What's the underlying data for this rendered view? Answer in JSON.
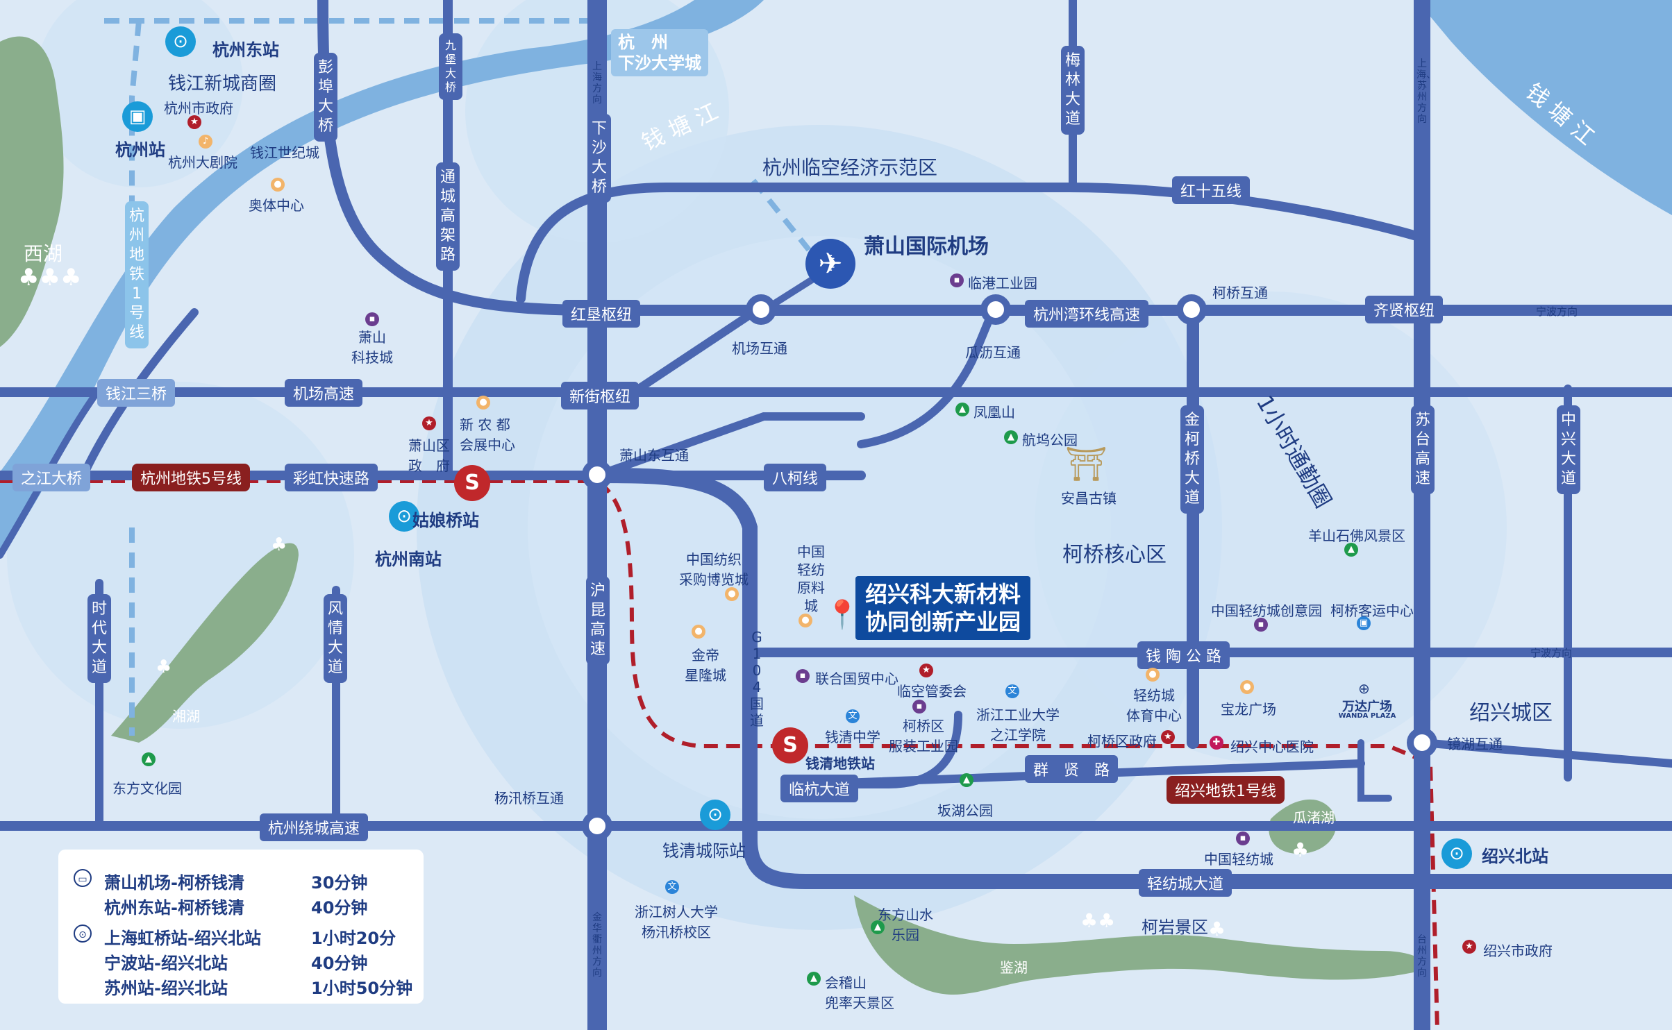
{
  "map": {
    "rivers": {
      "qiantang_upper": "钱 塘 江",
      "qiantang_right": "钱 塘 江"
    },
    "stations": {
      "hangzhou_east": "杭州东站",
      "hangzhou": "杭州站",
      "hangzhou_south": "杭州南站",
      "guniangqiao": "姑娘桥站",
      "qianqing_metro": "钱清地铁站",
      "qianqing_intercity": "钱清城际站",
      "shaoxing_north": "绍兴北站"
    },
    "airport": "萧山国际机场",
    "project": {
      "line1": "绍兴科大新材料",
      "line2": "协同创新产业园"
    },
    "areas": {
      "xihu": "西湖",
      "xianghu": "湘湖",
      "qianjiang_cbd": "钱江新城商圈",
      "lingkong_zone": "杭州临空经济示范区",
      "keqiao_core": "柯桥核心区",
      "shaoxing_city": "绍兴城区",
      "kevan_scenic": "柯岩景区",
      "jianhu": "鉴湖",
      "guazhuhu": "瓜渚湖",
      "commute_ring": "1小时通勤圈",
      "xiasha_univ": "杭　州\n下沙大学城"
    },
    "roads": {
      "red_15": "红十五线",
      "hongken_hub": "红垦枢纽",
      "hangzhou_bay_ring": "杭州湾环线高速",
      "qixian_hub": "齐贤枢纽",
      "airport_expressway": "机场高速",
      "xinjie_hub": "新街枢纽",
      "caihong_rd": "彩虹快速路",
      "bake_line": "八柯线",
      "qiantao_rd": "钱 陶 公 路",
      "qunxian_rd": "群　贤　路",
      "linhang_ave": "临杭大道",
      "hangzhou_ring": "杭州绕城高速",
      "qingfangcheng_ave": "轻纺城大道",
      "pengbu_bridge": "彭埠大桥",
      "jiubao_bridge": "九堡大桥",
      "tongcheng_elevated": "通城高架路",
      "xiasha_bridge": "下沙大桥",
      "meilin_ave": "梅林大道",
      "jinke_ave": "金柯桥大道",
      "sutai_exp": "苏台高速",
      "zhongxing_ave": "中兴大道",
      "shidai_ave": "时代大道",
      "fengqing_ave": "风情大道",
      "hukun_exp": "沪昆高速",
      "g104": "G104国道",
      "qianjiang3": "钱江三桥",
      "zhijiang_bridge": "之江大桥",
      "metro1_hz": "杭州地铁1号线",
      "metro5_hz": "杭州地铁5号线",
      "metro1_sx": "绍兴地铁1号线"
    },
    "interchanges": {
      "airport_ic": "机场互通",
      "guali_ic": "瓜沥互通",
      "keqiao_ic": "柯桥互通",
      "xiaoshan_east_ic": "萧山东互通",
      "yangxunqiao_ic": "杨汛桥互通",
      "jinghu_ic": "镜湖互通"
    },
    "directions": {
      "shanghai_top": "上海方向",
      "shanghai_suzhou": "上海、苏州方向",
      "ningbo1": "宁波方向",
      "ningbo2": "宁波方向",
      "jinhua": "金华衢州方向",
      "taizhou": "台州方向"
    },
    "pois": {
      "hz_gov": "杭州市政府",
      "hz_theater": "杭州大剧院",
      "qj_century": "钱江世纪城",
      "olympic": "奥体中心",
      "xs_techcity": "萧山\n科技城",
      "xs_gov": "萧山区\n政　府",
      "xinnongdu": "新 农 都\n会展中心",
      "lingang_park": "临港工业园",
      "fenghuangshan": "凤凰山",
      "hangwu_park": "航坞公园",
      "anchang": "安昌古镇",
      "textile_expo": "中国纺织\n采购博览城",
      "light_textile_city": "中国\n轻纺\n原料\n城",
      "jindi": "金帝\n星隆城",
      "lianhe": "联合国贸中心",
      "linkong_committee": "临空管委会",
      "qianqing_school": "钱清中学",
      "keqiao_garment": "柯桥区\n服装工业园",
      "zjut": "浙江工业大学\n之江学院",
      "textile_sports": "轻纺城\n体育中心",
      "keqiao_gov": "柯桥区政府",
      "sx_hospital": "绍兴中心医院",
      "baolong": "宝龙广场",
      "wanda": "万达广场",
      "wanda_en": "WANDA PLAZA",
      "textile_creative": "中国轻纺城创意园",
      "keqiao_bus": "柯桥客运中心",
      "yangshan": "羊山石佛风景区",
      "banhu_park": "坂湖公园",
      "china_textile_city": "中国轻纺城",
      "zjsru": "浙江树人大学\n杨汛桥校区",
      "dongfang_shanshui": "东方山水\n乐园",
      "kuaiji": "会稽山\n兜率天景区",
      "dongfang_culture": "东方文化园",
      "sx_gov": "绍兴市政府"
    },
    "legend": {
      "rows": [
        {
          "route": "萧山机场-柯桥钱清",
          "time": "30分钟"
        },
        {
          "route": "杭州东站-柯桥钱清",
          "time": "40分钟"
        },
        {
          "route": "上海虹桥站-绍兴北站",
          "time": "1小时20分"
        },
        {
          "route": "宁波站-绍兴北站",
          "time": "40分钟"
        },
        {
          "route": "苏州站-绍兴北站",
          "time": "1小时50分钟"
        }
      ]
    },
    "colors": {
      "road": "#4a66b0",
      "river": "#7fb2e0",
      "land": "#dce9f6",
      "green": "#8aae8c",
      "metro_dash": "#b01e2a",
      "project_box": "#0e4a9e"
    }
  }
}
